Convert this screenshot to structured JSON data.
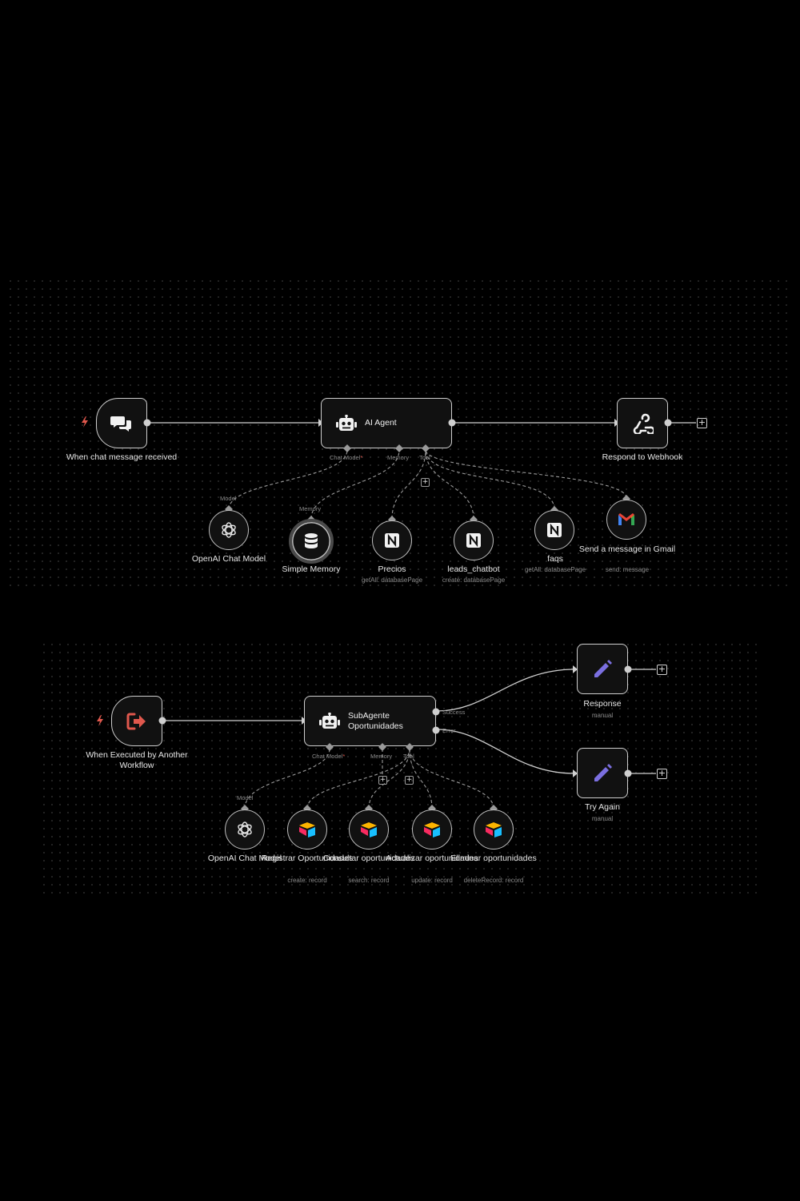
{
  "workflow1": {
    "trigger": {
      "label": "When chat message received"
    },
    "agent": {
      "title": "AI Agent",
      "ports": {
        "chat_model": "Chat Model",
        "memory": "Memory",
        "tool": "Tool"
      }
    },
    "respond": {
      "label": "Respond to Webhook"
    },
    "model": {
      "port": "Model",
      "label": "OpenAI Chat Model"
    },
    "memory": {
      "port": "Memory",
      "label": "Simple Memory"
    },
    "tools": [
      {
        "label": "Precios",
        "sub": "getAll: databasePage",
        "icon": "notion-icon"
      },
      {
        "label": "leads_chatbot",
        "sub": "create: databasePage",
        "icon": "notion-icon"
      },
      {
        "label": "faqs",
        "sub": "getAll: databasePage",
        "icon": "notion-icon"
      },
      {
        "label": "Send a message in Gmail",
        "sub": "send: message",
        "icon": "gmail-icon"
      }
    ]
  },
  "workflow2": {
    "trigger": {
      "label": "When Executed by Another Workflow"
    },
    "agent": {
      "title": "SubAgente Oportunidades",
      "ports": {
        "chat_model": "Chat Model",
        "memory": "Memory",
        "tool": "Tool"
      },
      "outputs": {
        "success": "Success",
        "error": "Error"
      }
    },
    "model": {
      "port": "Model",
      "label": "OpenAI Chat Model"
    },
    "tools": [
      {
        "label": "Registrar Oportunidades",
        "sub": "create: record",
        "icon": "airtable-icon"
      },
      {
        "label": "Consultar oportunidades",
        "sub": "search: record",
        "icon": "airtable-icon"
      },
      {
        "label": "Actualizar oportunidades",
        "sub": "update: record",
        "icon": "airtable-icon"
      },
      {
        "label": "Eliminar oportunidades",
        "sub": "deleteRecord: record",
        "icon": "airtable-icon"
      }
    ],
    "response": {
      "label": "Response",
      "sub": "manual"
    },
    "retry": {
      "label": "Try Again",
      "sub": "manual"
    }
  },
  "colors": {
    "background": "#000000",
    "node_border": "#cfcfcf",
    "trigger_bolt": "#e0584d",
    "edit_icon": "#7b6fe0",
    "required": "#e0584d"
  }
}
